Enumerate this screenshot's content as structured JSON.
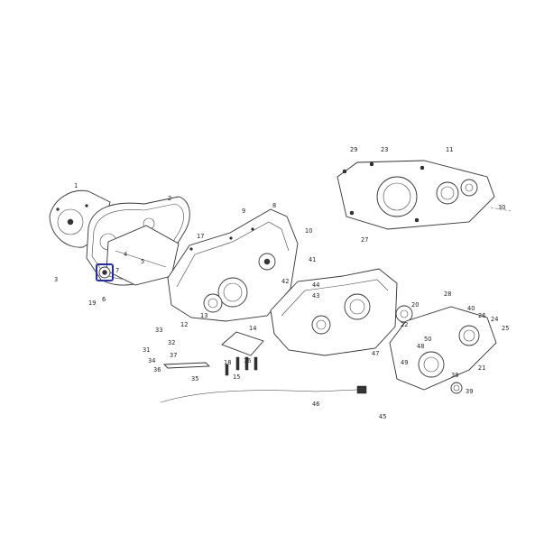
{
  "highlight": {
    "color": "#1f2fb5",
    "selected_callout": "19"
  },
  "callouts": [
    "1",
    "2",
    "3",
    "4",
    "5",
    "6",
    "7",
    "8",
    "9",
    "10",
    "11",
    "12",
    "13",
    "14",
    "15",
    "16",
    "17",
    "18",
    "19",
    "20",
    "21",
    "22",
    "23",
    "24",
    "25",
    "26",
    "27",
    "28",
    "29",
    "30",
    "31",
    "32",
    "33",
    "34",
    "35",
    "36",
    "37",
    "38",
    "39",
    "40",
    "41",
    "42",
    "43",
    "44",
    "45",
    "46",
    "47",
    "48",
    "49",
    "50"
  ]
}
